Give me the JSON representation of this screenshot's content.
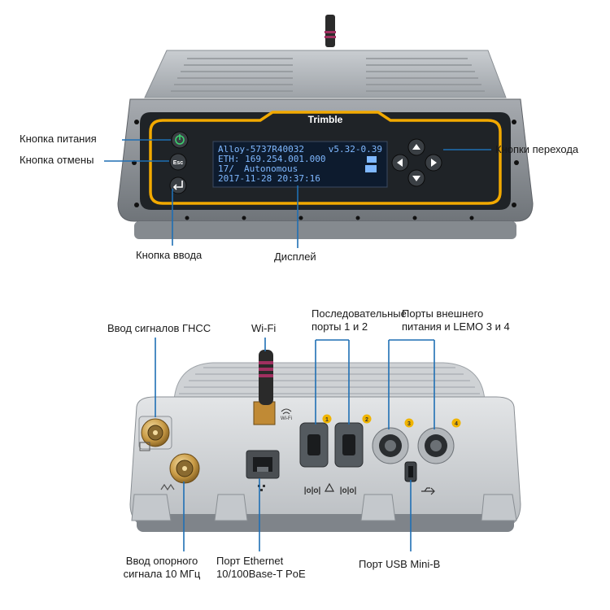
{
  "front": {
    "brand": "Trimble",
    "display_lines": [
      {
        "left": "Alloy-5737R40032",
        "right": "v5.32-0.39"
      },
      {
        "left": "ETH: 169.254.001.000",
        "right": ""
      },
      {
        "left": "17/",
        "right": "Autonomous"
      },
      {
        "left": "2017-11-28 20:37:16",
        "right": ""
      }
    ],
    "buttons": {
      "esc": "Esc"
    },
    "labels": {
      "power": "Кнопка питания",
      "cancel": "Кнопка отмены",
      "enter": "Кнопка ввода",
      "display": "Дисплей",
      "nav": "Кнопки перехода"
    }
  },
  "rear": {
    "labels": {
      "gnss_input": "Ввод сигналов ГНСС",
      "wifi": "Wi-Fi",
      "serial_ports": "Последовательные порты 1 и 2",
      "ext_power": "Порты внешнего питания и LEMO 3 и 4",
      "ref_input": "Ввод опорного сигнала 10 МГц",
      "ethernet": "Порт Ethernet 10/100Base-T PoE",
      "usb": "Порт USB Mini-B"
    },
    "port_numbers": [
      "1",
      "2",
      "3",
      "4"
    ],
    "wifi_mark": "Wi-Fi",
    "serial_mark": "|o|o|",
    "accent": "#1f6fb4",
    "port_badge": "#f0b400"
  }
}
